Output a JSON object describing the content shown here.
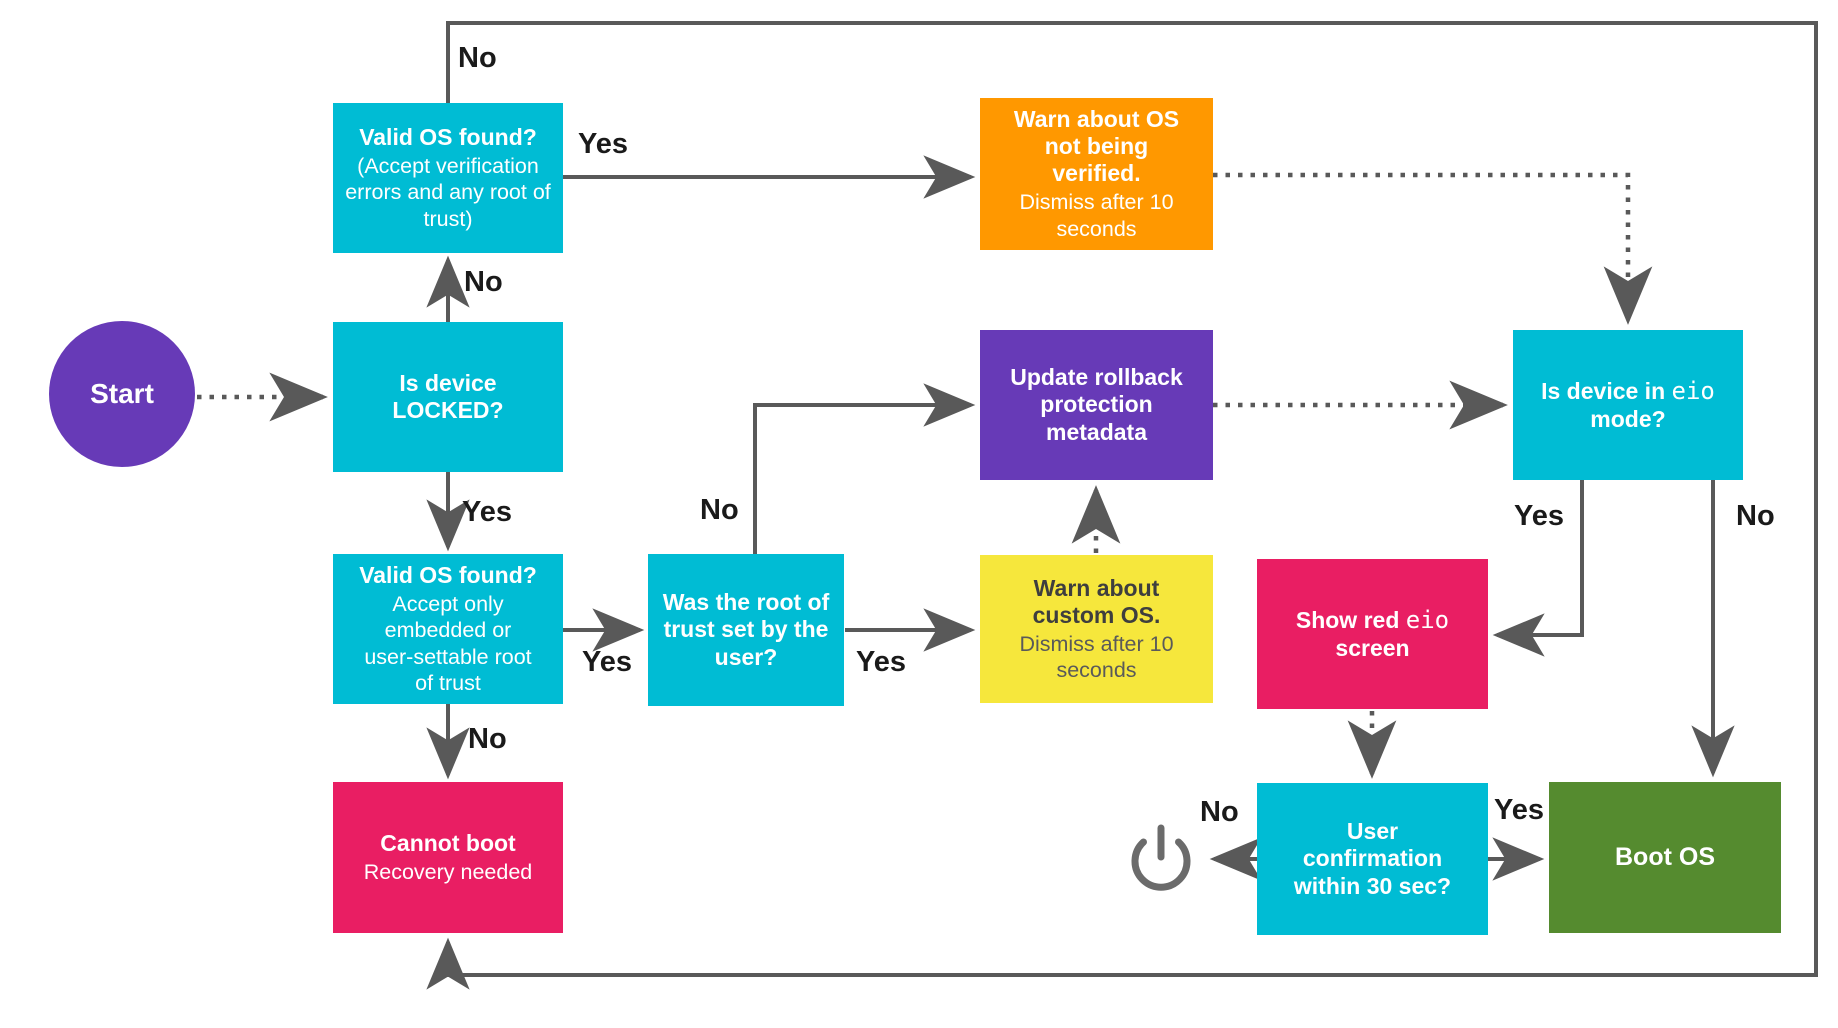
{
  "diagram": {
    "nodes": {
      "start": {
        "label": "Start"
      },
      "valid_os_any": {
        "title": "Valid OS found?",
        "subtitle": "(Accept verification errors and any root of trust)"
      },
      "warn_not_verified": {
        "title": "Warn about OS not being verified.",
        "subtitle": "Dismiss after 10 seconds"
      },
      "is_locked": {
        "title": "Is device LOCKED?"
      },
      "update_rollback": {
        "title": "Update rollback protection metadata"
      },
      "is_eio": {
        "text_pre": "Is device in ",
        "text_mono": "eio",
        "text_post": " mode?"
      },
      "valid_os_user": {
        "title": "Valid OS found?",
        "subtitle": "Accept only embedded or user-settable root of trust"
      },
      "was_root_user": {
        "title": "Was the root of trust set by the user?"
      },
      "warn_custom": {
        "title": "Warn about custom OS.",
        "subtitle": "Dismiss after 10 seconds"
      },
      "show_red_eio": {
        "text_pre": "Show red ",
        "text_mono": "eio",
        "text_post": " screen"
      },
      "cannot_boot": {
        "title": "Cannot boot",
        "subtitle": "Recovery needed"
      },
      "user_confirmation": {
        "title": "User confirmation within 30 sec?"
      },
      "boot_os": {
        "title": "Boot OS"
      }
    },
    "edge_labels": {
      "valid_any_no": "No",
      "valid_any_yes": "Yes",
      "locked_no": "No",
      "locked_yes": "Yes",
      "valid_user_no": "No",
      "valid_user_yes": "Yes",
      "was_root_no": "No",
      "was_root_yes": "Yes",
      "eio_yes": "Yes",
      "eio_no": "No",
      "user_conf_no": "No",
      "user_conf_yes": "Yes"
    },
    "icons": {
      "power_icon": "⏻"
    },
    "colors": {
      "cyan": "#00BCD4",
      "purple": "#673AB7",
      "orange": "#FF9800",
      "yellow": "#F6E73C",
      "pink": "#E91E63",
      "green": "#558B2F",
      "connector": "#595959",
      "label_text": "#1A1A1A",
      "box_text": "#FFFFFF",
      "yellow_title": "#3E3E3E",
      "yellow_subtitle": "#5A5A5A"
    }
  }
}
